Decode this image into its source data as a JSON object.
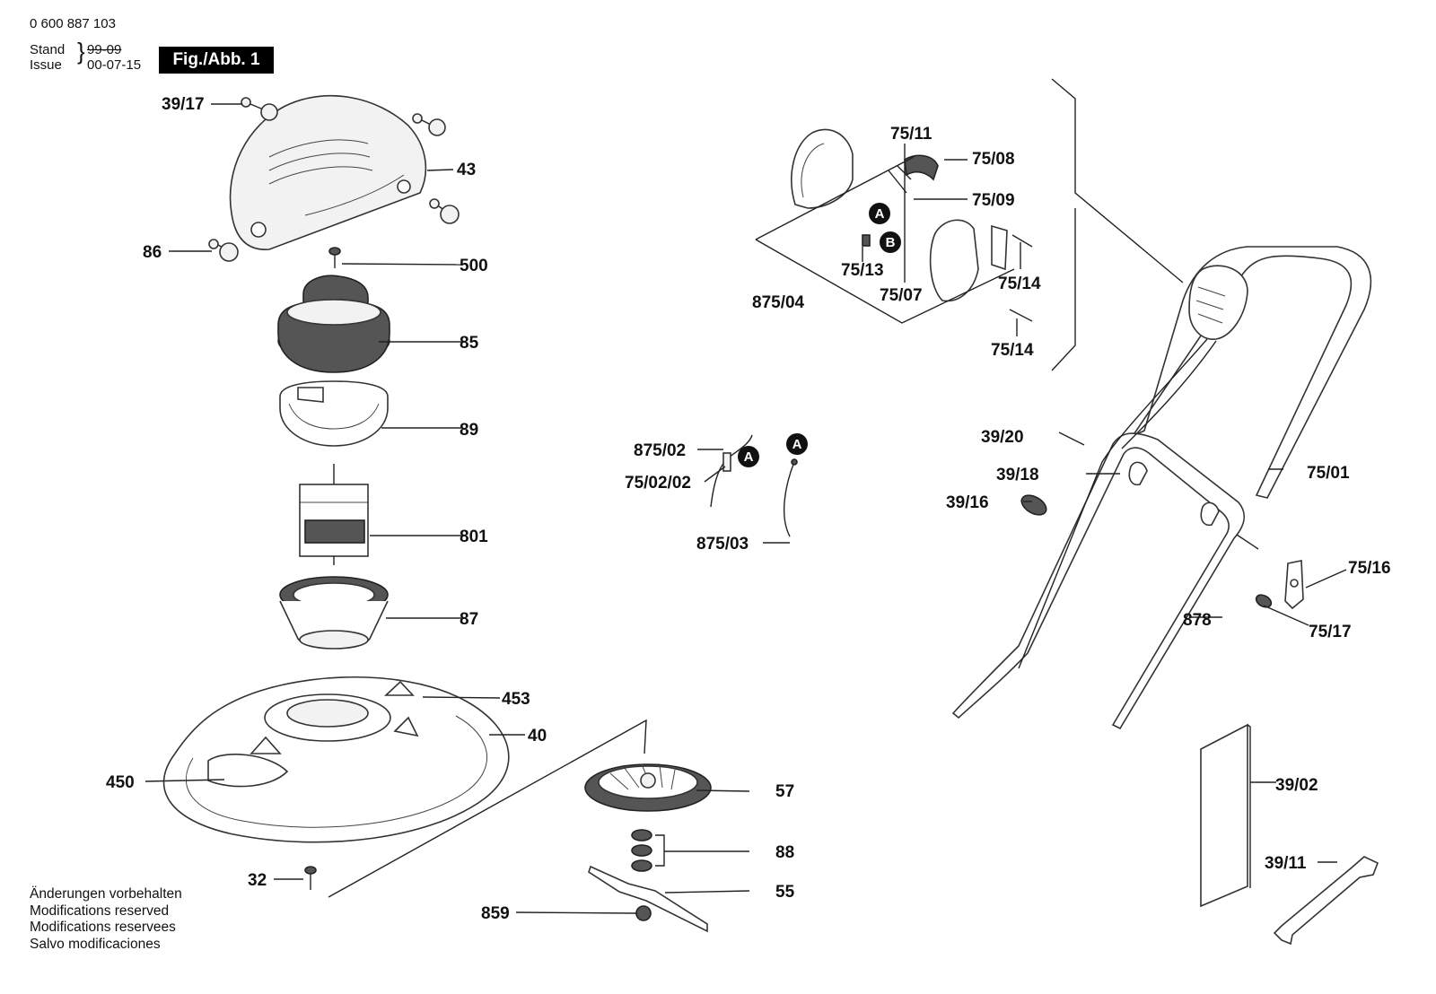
{
  "header": {
    "doc_number": "0 600 887 103",
    "stand_label": "Stand",
    "stand_value": "99-09",
    "issue_label": "Issue",
    "issue_value": "00-07-15",
    "figure": "Fig./Abb. 1"
  },
  "notes": [
    "Änderungen vorbehalten",
    "Modifications reserved",
    "Modifications reservees",
    "Salvo modificaciones"
  ],
  "labels": {
    "p39_17": "39/17",
    "p43": "43",
    "p86": "86",
    "p500": "500",
    "p85": "85",
    "p89": "89",
    "p801": "801",
    "p87": "87",
    "p453": "453",
    "p40": "40",
    "p450": "450",
    "p32": "32",
    "p57": "57",
    "p88": "88",
    "p55": "55",
    "p859": "859",
    "p875_02": "875/02",
    "p75_02_02": "75/02/02",
    "p875_03": "875/03",
    "p75_11": "75/11",
    "p75_08": "75/08",
    "p75_09": "75/09",
    "p75_13": "75/13",
    "p75_07": "75/07",
    "p75_14a": "75/14",
    "p75_14b": "75/14",
    "p875_04": "875/04",
    "p39_20": "39/20",
    "p39_18": "39/18",
    "p39_16": "39/16",
    "p75_01": "75/01",
    "p75_16": "75/16",
    "p75_17": "75/17",
    "p878": "878",
    "p39_02": "39/02",
    "p39_11": "39/11"
  },
  "markers": {
    "a": "A",
    "b": "B"
  }
}
